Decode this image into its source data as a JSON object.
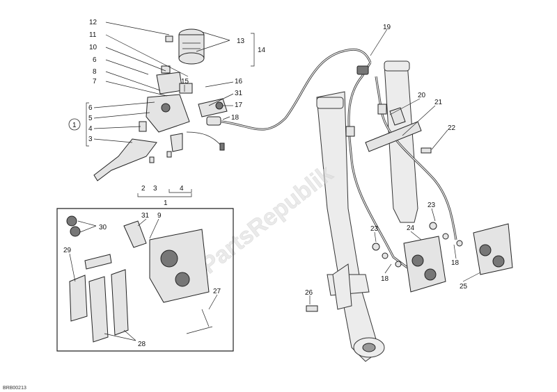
{
  "watermark": "PartsRepublik",
  "drawing_code": "BRB00213",
  "callouts": {
    "c1": "1",
    "c2": "2",
    "c3": "3",
    "c4": "4",
    "c5": "5",
    "c6": "6",
    "c7": "7",
    "c8": "8",
    "c9": "9",
    "c10": "10",
    "c11": "11",
    "c12": "12",
    "c13": "13",
    "c14": "14",
    "c15": "15",
    "c16": "16",
    "c17": "17",
    "c18": "18",
    "c19": "19",
    "c20": "20",
    "c21": "21",
    "c22": "22",
    "c23": "23",
    "c24": "24",
    "c25": "25",
    "c26": "26",
    "c27": "27",
    "c28": "28",
    "c29": "29",
    "c30": "30",
    "c31": "31"
  }
}
